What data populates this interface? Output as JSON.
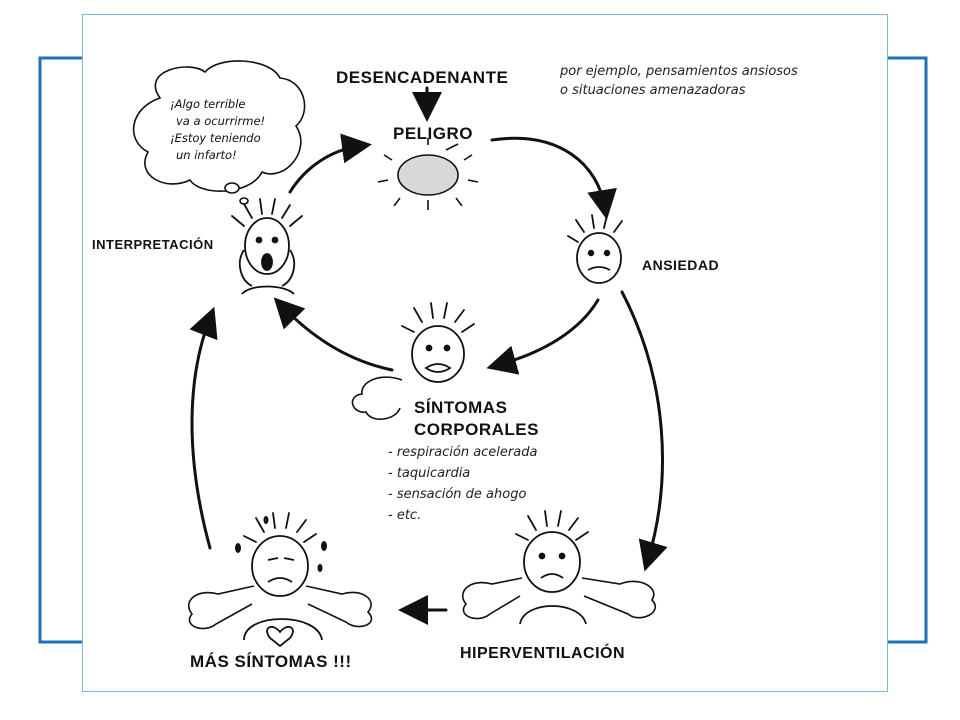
{
  "frame": {
    "accent_color": "#1a73b8",
    "border_color": "#7fb6da"
  },
  "nodes": {
    "trigger": "DESENCADENANTE",
    "danger": "PELIGRO",
    "anxiety": "ANSIEDAD",
    "interpretation": "INTERPRETACIÓN",
    "body_symptoms_line1": "SÍNTOMAS",
    "body_symptoms_line2": "CORPORALES",
    "hyperventilation": "HIPERVENTILACIÓN",
    "more_symptoms": "MÁS SÍNTOMAS !!!"
  },
  "trigger_examples": {
    "line1": "por ejemplo, pensamientos ansiosos",
    "line2": "o situaciones amenazadoras"
  },
  "thought_bubble": {
    "line1": "¡Algo terrible",
    "line2": "va a ocurrirme!",
    "line3": "¡Estoy teniendo",
    "line4": "un infarto!"
  },
  "symptom_list": [
    "- respiración acelerada",
    "- taquicardia",
    "- sensación de ahogo",
    "- etc."
  ]
}
